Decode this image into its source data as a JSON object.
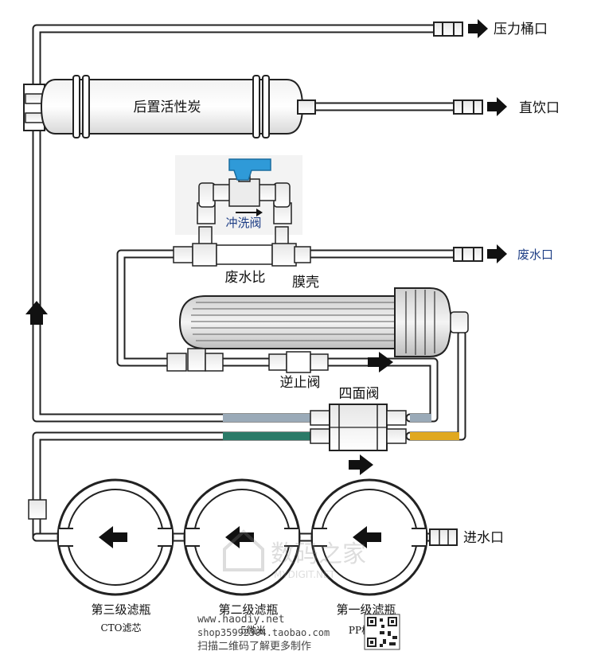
{
  "labels": {
    "pressure_tank": "压力桶口",
    "post_carbon": "后置活性炭",
    "direct_drink": "直饮口",
    "flush_valve": "冲洗阀",
    "waste_outlet": "废水口",
    "waste_ratio": "废水比",
    "membrane_shell": "膜壳",
    "check_valve": "逆止阀",
    "four_way_valve": "四面阀",
    "water_inlet": "进水口",
    "stage3": "第三级滤瓶",
    "stage3_sub": "CTO滤芯",
    "stage2": "第二级滤瓶",
    "stage2_sub": "5微米",
    "stage1": "第一级滤瓶",
    "stage1_sub": "PP棉",
    "footer_url": "www.haodiy.net",
    "footer_shop": "shop35992304.taobao.com",
    "footer_scan": "扫描二维码了解更多制作",
    "watermark": "数码之家",
    "watermark_sub": "MYDIGIT.NET"
  },
  "colors": {
    "pipe": "#222222",
    "pipe_fill": "#ffffff",
    "gray_pipe": "#9aaab8",
    "teal_pipe": "#2a7a68",
    "yellow_pipe": "#e0a820",
    "valve_blue": "#2f9ad8",
    "label_blue": "#1f3f86"
  }
}
